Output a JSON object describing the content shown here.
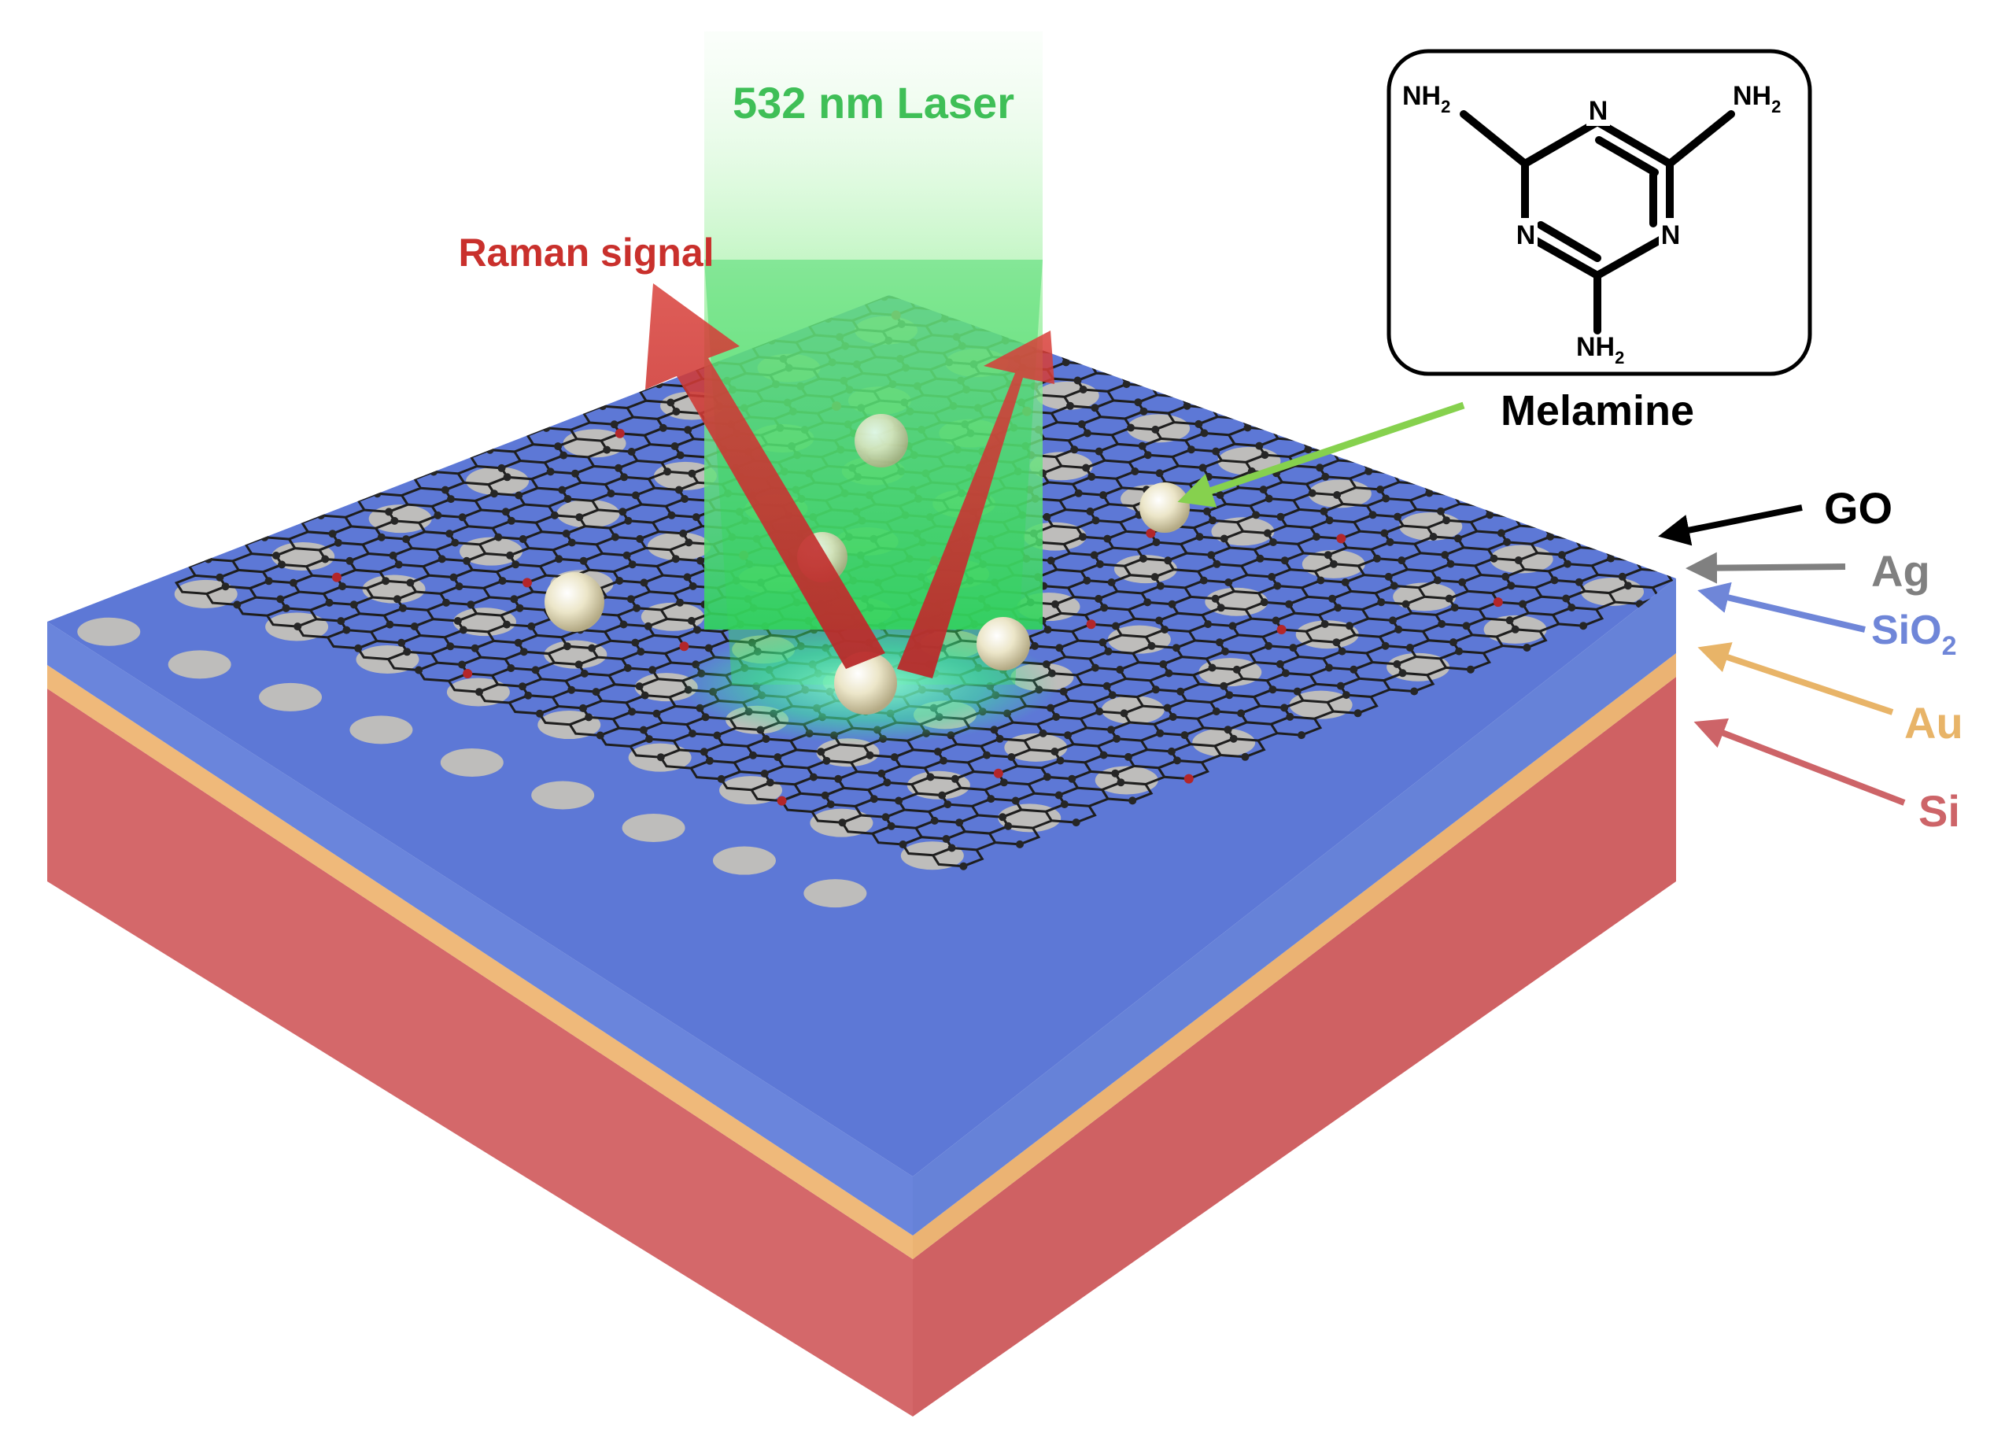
{
  "laser_label": "532 nm Laser",
  "raman_label": "Raman signal",
  "molecule": {
    "name": "Melamine",
    "substituent": "NH",
    "substituent_subscript": "2",
    "ring_atom": "N"
  },
  "layers": [
    {
      "key": "go",
      "label": "GO",
      "subscript": "",
      "color": "#000000"
    },
    {
      "key": "ag",
      "label": "Ag",
      "subscript": "",
      "color": "#808080"
    },
    {
      "key": "sio2",
      "label": "SiO",
      "subscript": "2",
      "color": "#6f86d8"
    },
    {
      "key": "au",
      "label": "Au",
      "subscript": "",
      "color": "#e8b468"
    },
    {
      "key": "si",
      "label": "Si",
      "subscript": "",
      "color": "#cd6468"
    }
  ],
  "colors": {
    "laser": "#3fcf4f",
    "raman": "#c9302c",
    "melamine_arrow": "#86d14e",
    "graphene": "#1e1e1e",
    "silver": "#cfc9b6",
    "sio2_top": "#5d78d6",
    "si_side": "#d4686a",
    "au_band": "#efb97a"
  }
}
